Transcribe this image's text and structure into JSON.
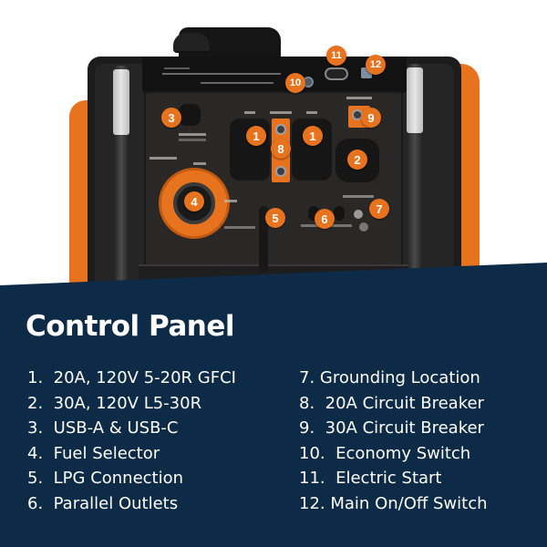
{
  "page": {
    "title": "Control Panel",
    "colors": {
      "panel_background": "#0d2a46",
      "accent_orange": "#e8731f",
      "housing_dark": "#1d1c1c",
      "text": "#ffffff"
    }
  },
  "features": {
    "left_column": [
      {
        "number": "1.",
        "label": "20A, 120V 5-20R GFCI"
      },
      {
        "number": "2.",
        "label": "30A, 120V L5-30R"
      },
      {
        "number": "3.",
        "label": "USB-A & USB-C"
      },
      {
        "number": "4.",
        "label": "Fuel Selector"
      },
      {
        "number": "5.",
        "label": "LPG Connection"
      },
      {
        "number": "6.",
        "label": "Parallel Outlets"
      }
    ],
    "right_column": [
      {
        "number": "7.",
        "label": "Grounding Location"
      },
      {
        "number": "8.",
        "label": "20A Circuit Breaker"
      },
      {
        "number": "9.",
        "label": "30A Circuit Breaker"
      },
      {
        "number": "10.",
        "label": "Economy Switch"
      },
      {
        "number": "11.",
        "label": "Electric Start"
      },
      {
        "number": "12.",
        "label": "Main On/Off Switch"
      }
    ]
  },
  "callouts": [
    {
      "id": "1a",
      "text": "1"
    },
    {
      "id": "1b",
      "text": "1"
    },
    {
      "id": "2",
      "text": "2"
    },
    {
      "id": "3",
      "text": "3"
    },
    {
      "id": "4",
      "text": "4"
    },
    {
      "id": "5",
      "text": "5"
    },
    {
      "id": "6",
      "text": "6"
    },
    {
      "id": "7",
      "text": "7"
    },
    {
      "id": "8",
      "text": "8"
    },
    {
      "id": "9",
      "text": "9"
    },
    {
      "id": "10",
      "text": "10"
    },
    {
      "id": "11",
      "text": "11"
    },
    {
      "id": "12",
      "text": "12"
    }
  ]
}
